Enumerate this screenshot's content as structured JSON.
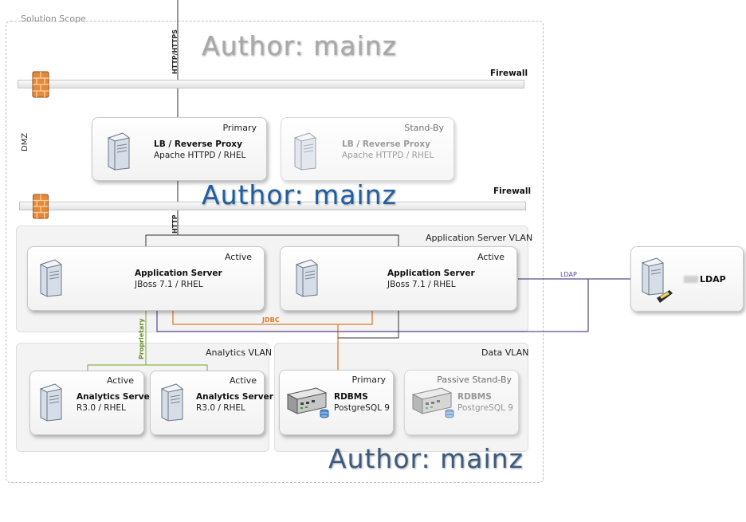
{
  "scope_label": "Solution Scope",
  "zones": {
    "dmz": "DMZ",
    "app_vlan": "Application Server VLAN",
    "analytics_vlan": "Analytics VLAN",
    "data_vlan": "Data VLAN"
  },
  "firewalls": [
    {
      "label": "Firewall"
    },
    {
      "label": "Firewall"
    }
  ],
  "connections": {
    "http_https": "HTTP/HTTPS",
    "http": "HTTP",
    "jdbc": "JDBC",
    "ldap": "LDAP",
    "proprietary": "Proprietary"
  },
  "proxies": [
    {
      "role": "Primary",
      "title": "LB / Reverse Proxy",
      "sub": "Apache HTTPD / RHEL"
    },
    {
      "role": "Stand-By",
      "title": "LB / Reverse Proxy",
      "sub": "Apache HTTPD / RHEL"
    }
  ],
  "app_servers": [
    {
      "role": "Active",
      "title": "Application Server",
      "sub": "JBoss 7.1 / RHEL"
    },
    {
      "role": "Active",
      "title": "Application Server",
      "sub": "JBoss 7.1 / RHEL"
    }
  ],
  "analytics_servers": [
    {
      "role": "Active",
      "title": "Analytics Server",
      "sub": "R3.0 / RHEL"
    },
    {
      "role": "Active",
      "title": "Analytics Server",
      "sub": "R3.0 / RHEL"
    }
  ],
  "databases": [
    {
      "role": "Primary",
      "title": "RDBMS",
      "sub": "PostgreSQL 9"
    },
    {
      "role": "Passive Stand-By",
      "title": "RDBMS",
      "sub": "PostgreSQL 9"
    }
  ],
  "ldap": {
    "title": "LDAP"
  },
  "watermarks": [
    "Author: mainz",
    "Author: mainz",
    "Author: mainz"
  ],
  "colors": {
    "jdbc": "#e07b25",
    "ldap": "#5b4a8f",
    "proprietary": "#8db548",
    "watermark_gray": "#a8a8a8",
    "watermark_blue": "#1f5fa0",
    "watermark_navy": "#3c5a7e"
  }
}
